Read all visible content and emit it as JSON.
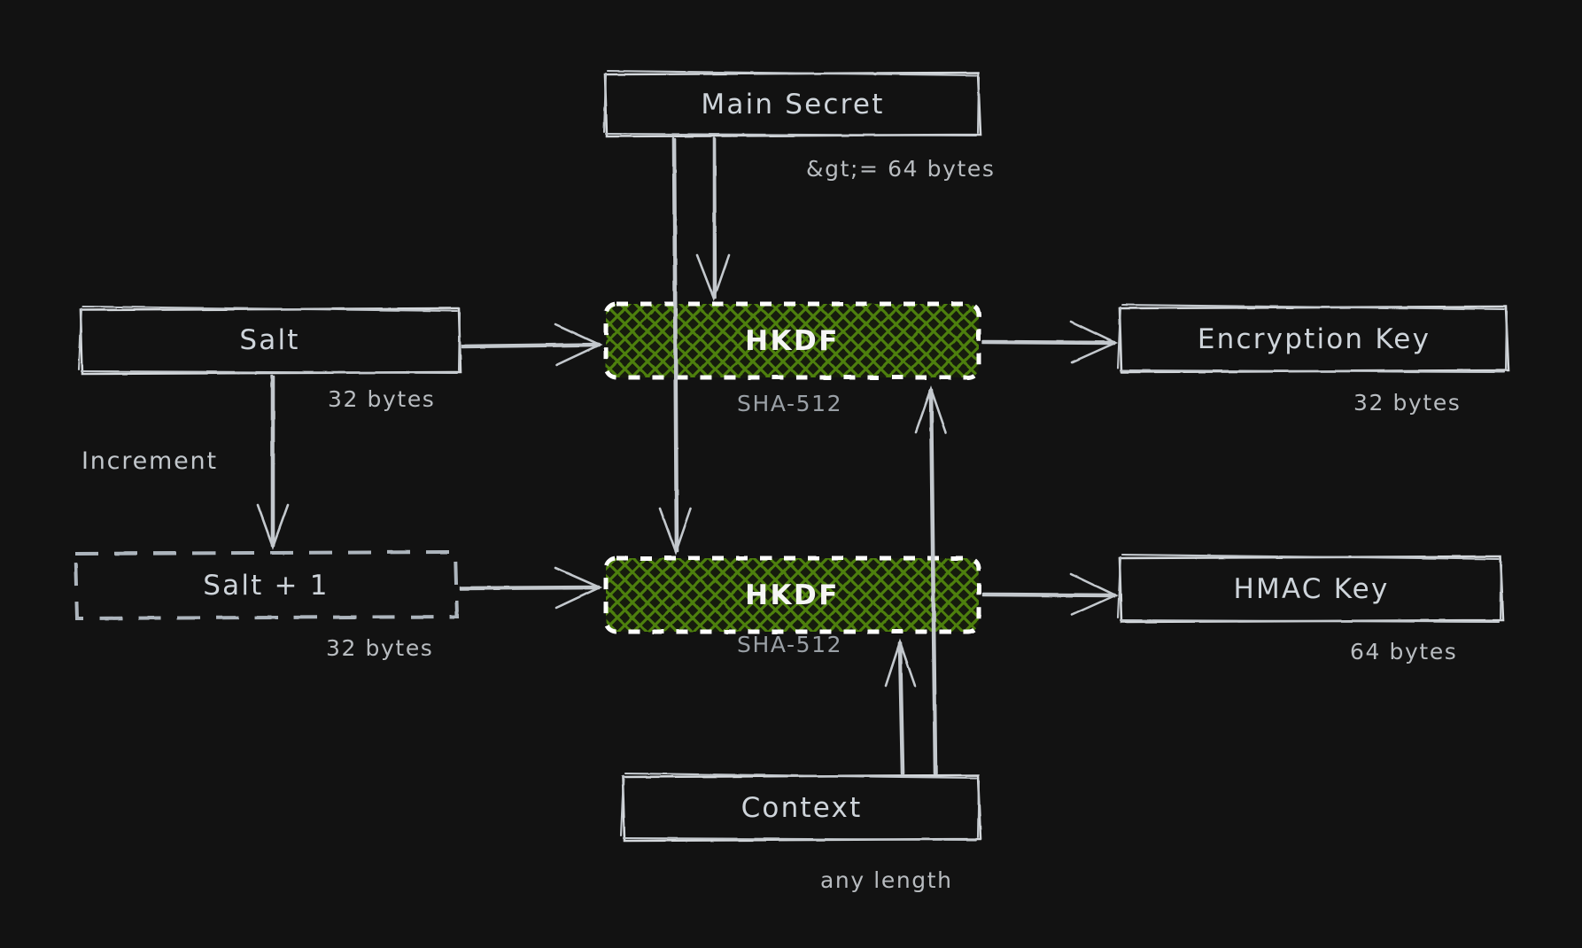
{
  "diagram": {
    "title": "HKDF Key Derivation",
    "background_color": "#121212",
    "stroke_color": "#ced4da",
    "accent_color": "#4a7a10",
    "accent_fill": "#3f6b0c",
    "nodes": [
      {
        "id": "main-secret",
        "label": "Main Secret",
        "caption": "&gt;= 64 bytes",
        "style": "solid"
      },
      {
        "id": "salt",
        "label": "Salt",
        "caption": "32 bytes",
        "style": "solid"
      },
      {
        "id": "salt-plus-one",
        "label": "Salt + 1",
        "caption": "32 bytes",
        "style": "dashed"
      },
      {
        "id": "hkdf-encryption",
        "label": "HKDF",
        "caption": "SHA-512",
        "style": "hatched"
      },
      {
        "id": "hkdf-hmac",
        "label": "HKDF",
        "caption": "SHA-512",
        "style": "hatched"
      },
      {
        "id": "encryption-key",
        "label": "Encryption Key",
        "caption": "32 bytes",
        "style": "solid"
      },
      {
        "id": "hmac-key",
        "label": "HMAC Key",
        "caption": "64 bytes",
        "style": "solid"
      },
      {
        "id": "context",
        "label": "Context",
        "caption": "any length",
        "style": "solid"
      }
    ],
    "edges": [
      {
        "id": "main-secret-to-hkdf-encryption",
        "from": "main-secret",
        "to": "hkdf-encryption",
        "label": ""
      },
      {
        "id": "main-secret-to-hkdf-hmac",
        "from": "main-secret",
        "to": "hkdf-hmac",
        "label": ""
      },
      {
        "id": "salt-to-hkdf-encryption",
        "from": "salt",
        "to": "hkdf-encryption",
        "label": ""
      },
      {
        "id": "salt-to-salt-plus-one",
        "from": "salt",
        "to": "salt-plus-one",
        "label": "Increment"
      },
      {
        "id": "salt-plus-one-to-hkdf-hmac",
        "from": "salt-plus-one",
        "to": "hkdf-hmac",
        "label": ""
      },
      {
        "id": "hkdf-encryption-to-encryption-key",
        "from": "hkdf-encryption",
        "to": "encryption-key",
        "label": ""
      },
      {
        "id": "hkdf-hmac-to-hmac-key",
        "from": "hkdf-hmac",
        "to": "hmac-key",
        "label": ""
      },
      {
        "id": "context-to-hkdf-encryption",
        "from": "context",
        "to": "hkdf-encryption",
        "label": ""
      },
      {
        "id": "context-to-hkdf-hmac",
        "from": "context",
        "to": "hkdf-hmac",
        "label": ""
      }
    ]
  }
}
